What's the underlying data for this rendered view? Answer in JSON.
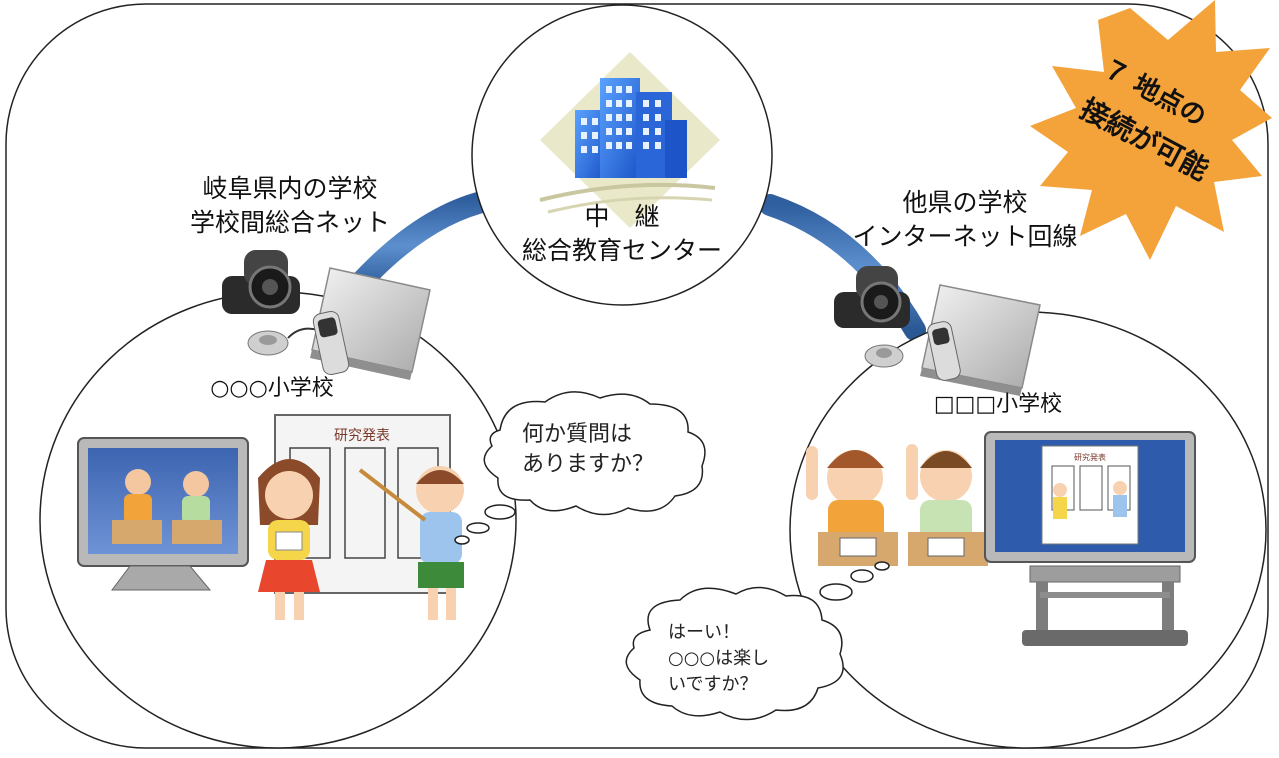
{
  "center": {
    "line1": "中　継",
    "line2": "総合教育センター"
  },
  "left_network": {
    "line1": "岐阜県内の学校",
    "line2": "学校間総合ネット"
  },
  "right_network": {
    "line1": "他県の学校",
    "line2": "インターネット回線"
  },
  "left_school": {
    "name": "○○○小学校",
    "poster_title": "研究発表"
  },
  "right_school": {
    "name": "□□□小学校",
    "poster_title": "研究発表"
  },
  "left_bubble": {
    "line1": "何か質問は",
    "line2": "ありますか？"
  },
  "right_bubble": {
    "line1": "はーい！",
    "line2": "○○○は楽し",
    "line3": "いですか？"
  },
  "starburst": {
    "line1": "７ 地点の",
    "line2": "接続が可能"
  },
  "colors": {
    "link": "#3a6fb4",
    "starburst": "#f3a33a",
    "building": "#2f73e0",
    "background_diamond": "#e9e8c9"
  }
}
